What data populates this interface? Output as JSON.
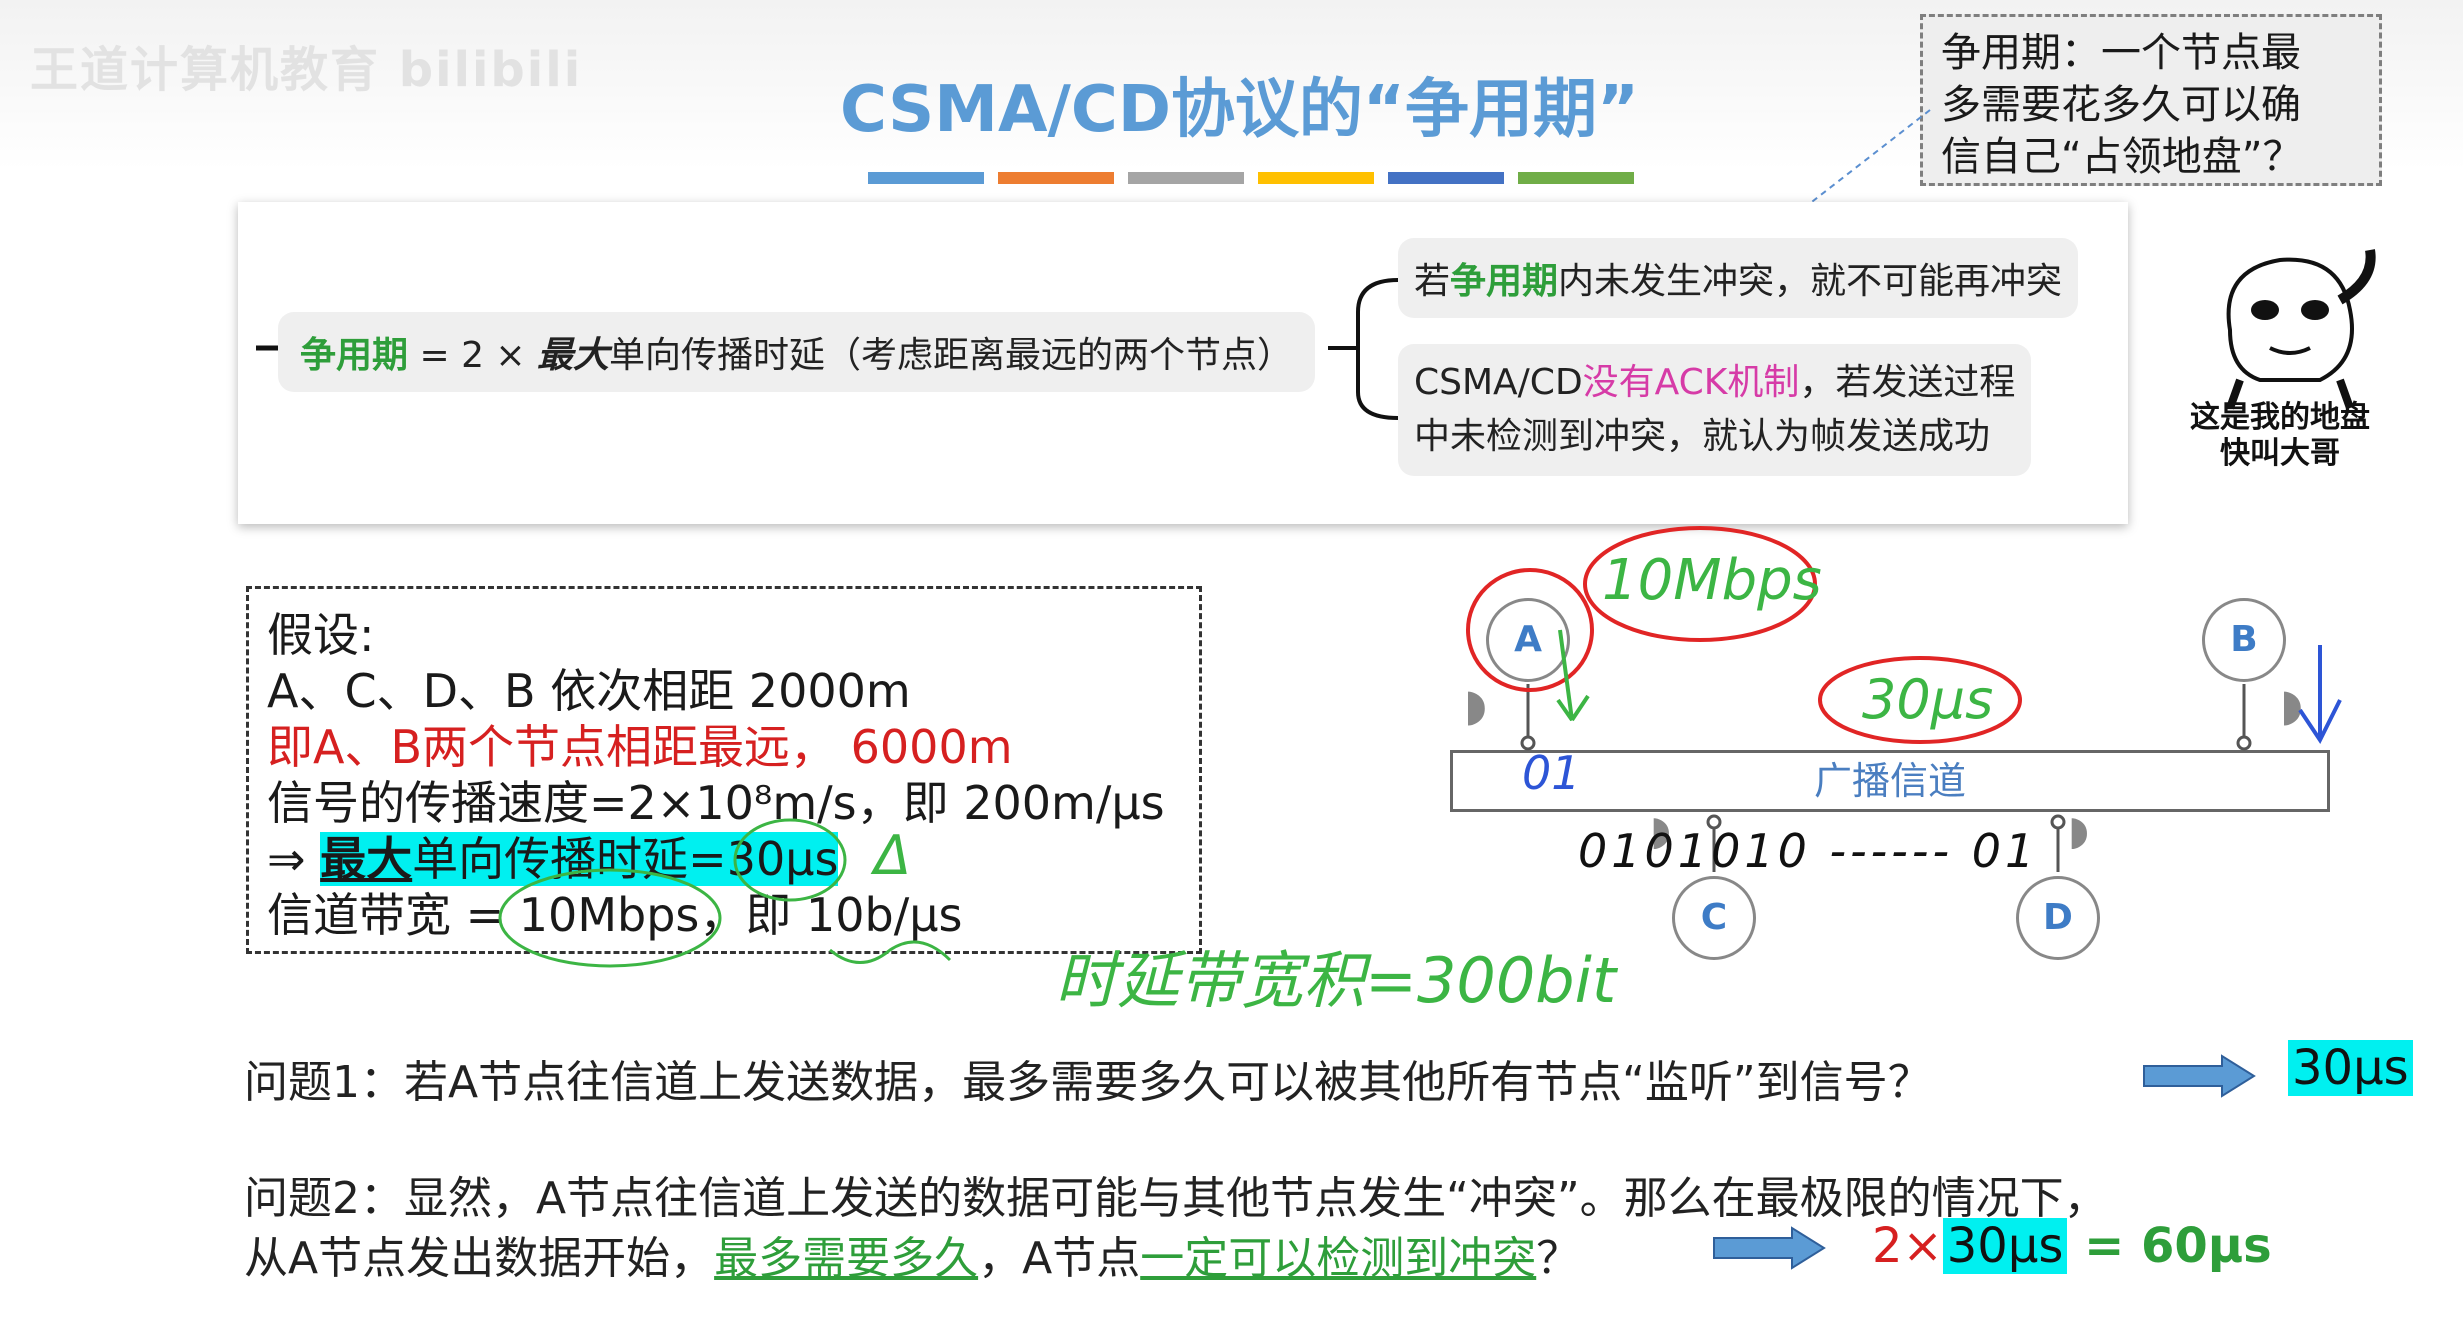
{
  "watermark": "王道计算机教育 bilibili",
  "title": "CSMA/CD协议的“争用期”",
  "title_bar_colors": [
    "#5b9bd5",
    "#ed7d31",
    "#a5a5a5",
    "#ffc000",
    "#4472c4",
    "#70ad47"
  ],
  "callout": {
    "line1": "争用期：一个节点最",
    "line2": "多需要花多久可以确",
    "line3": "信自己“占领地盘”？"
  },
  "definition": {
    "term": "争用期",
    "eq_prefix": " = 2 × ",
    "max": "最大",
    "rest": "单向传播时延（考虑距离最远的两个节点）"
  },
  "branch1": {
    "pre": "若",
    "term": "争用期",
    "post": "内未发生冲突，就不可能再冲突"
  },
  "branch2": {
    "pre": "CSMA/CD",
    "highlight": "没有ACK机制",
    "post": "，若发送过程",
    "line2": "中未检测到冲突，就认为帧发送成功"
  },
  "meme_caption": {
    "line1": "这是我的地盘",
    "line2": "快叫大哥"
  },
  "assumptions": {
    "line1": "假设:",
    "line2": "A、C、D、B 依次相距 2000m",
    "line3": "即A、B两个节点相距最远， 6000m",
    "line4": "信号的传播速度=2×10⁸m/s，即 200m/μs",
    "line5_arrow": "⇒ ",
    "line5_max": "最大",
    "line5_rest": "单向传播时延=30μs",
    "line6": "信道带宽 = 10Mbps，即 10b/μs"
  },
  "diagram": {
    "nodes": {
      "a": "A",
      "b": "B",
      "c": "C",
      "d": "D"
    },
    "channel_label": "广播信道"
  },
  "handwriting": {
    "mbps": "10Mbps",
    "us30": "30μs",
    "bits_left": "01",
    "bits_bottom": "0101010 ------ 01",
    "formula": "时延带宽积=300bit",
    "triangle": "Δ"
  },
  "question1": {
    "text": "问题1：若A节点往信道上发送数据，最多需要多久可以被其他所有节点“监听”到信号？",
    "answer": "30μs"
  },
  "question2": {
    "line1": "问题2：显然，A节点往信道上发送的数据可能与其他节点发生“冲突”。那么在最极限的情况下，",
    "part_a": "从A节点发出数据开始，",
    "part_b": "最多需要多久",
    "part_c": "，A节点",
    "part_d": "一定可以检测到冲突",
    "part_e": "？",
    "ans_prefix": "2×",
    "ans_hl": "30μs",
    "ans_suffix": " = 60μs"
  }
}
